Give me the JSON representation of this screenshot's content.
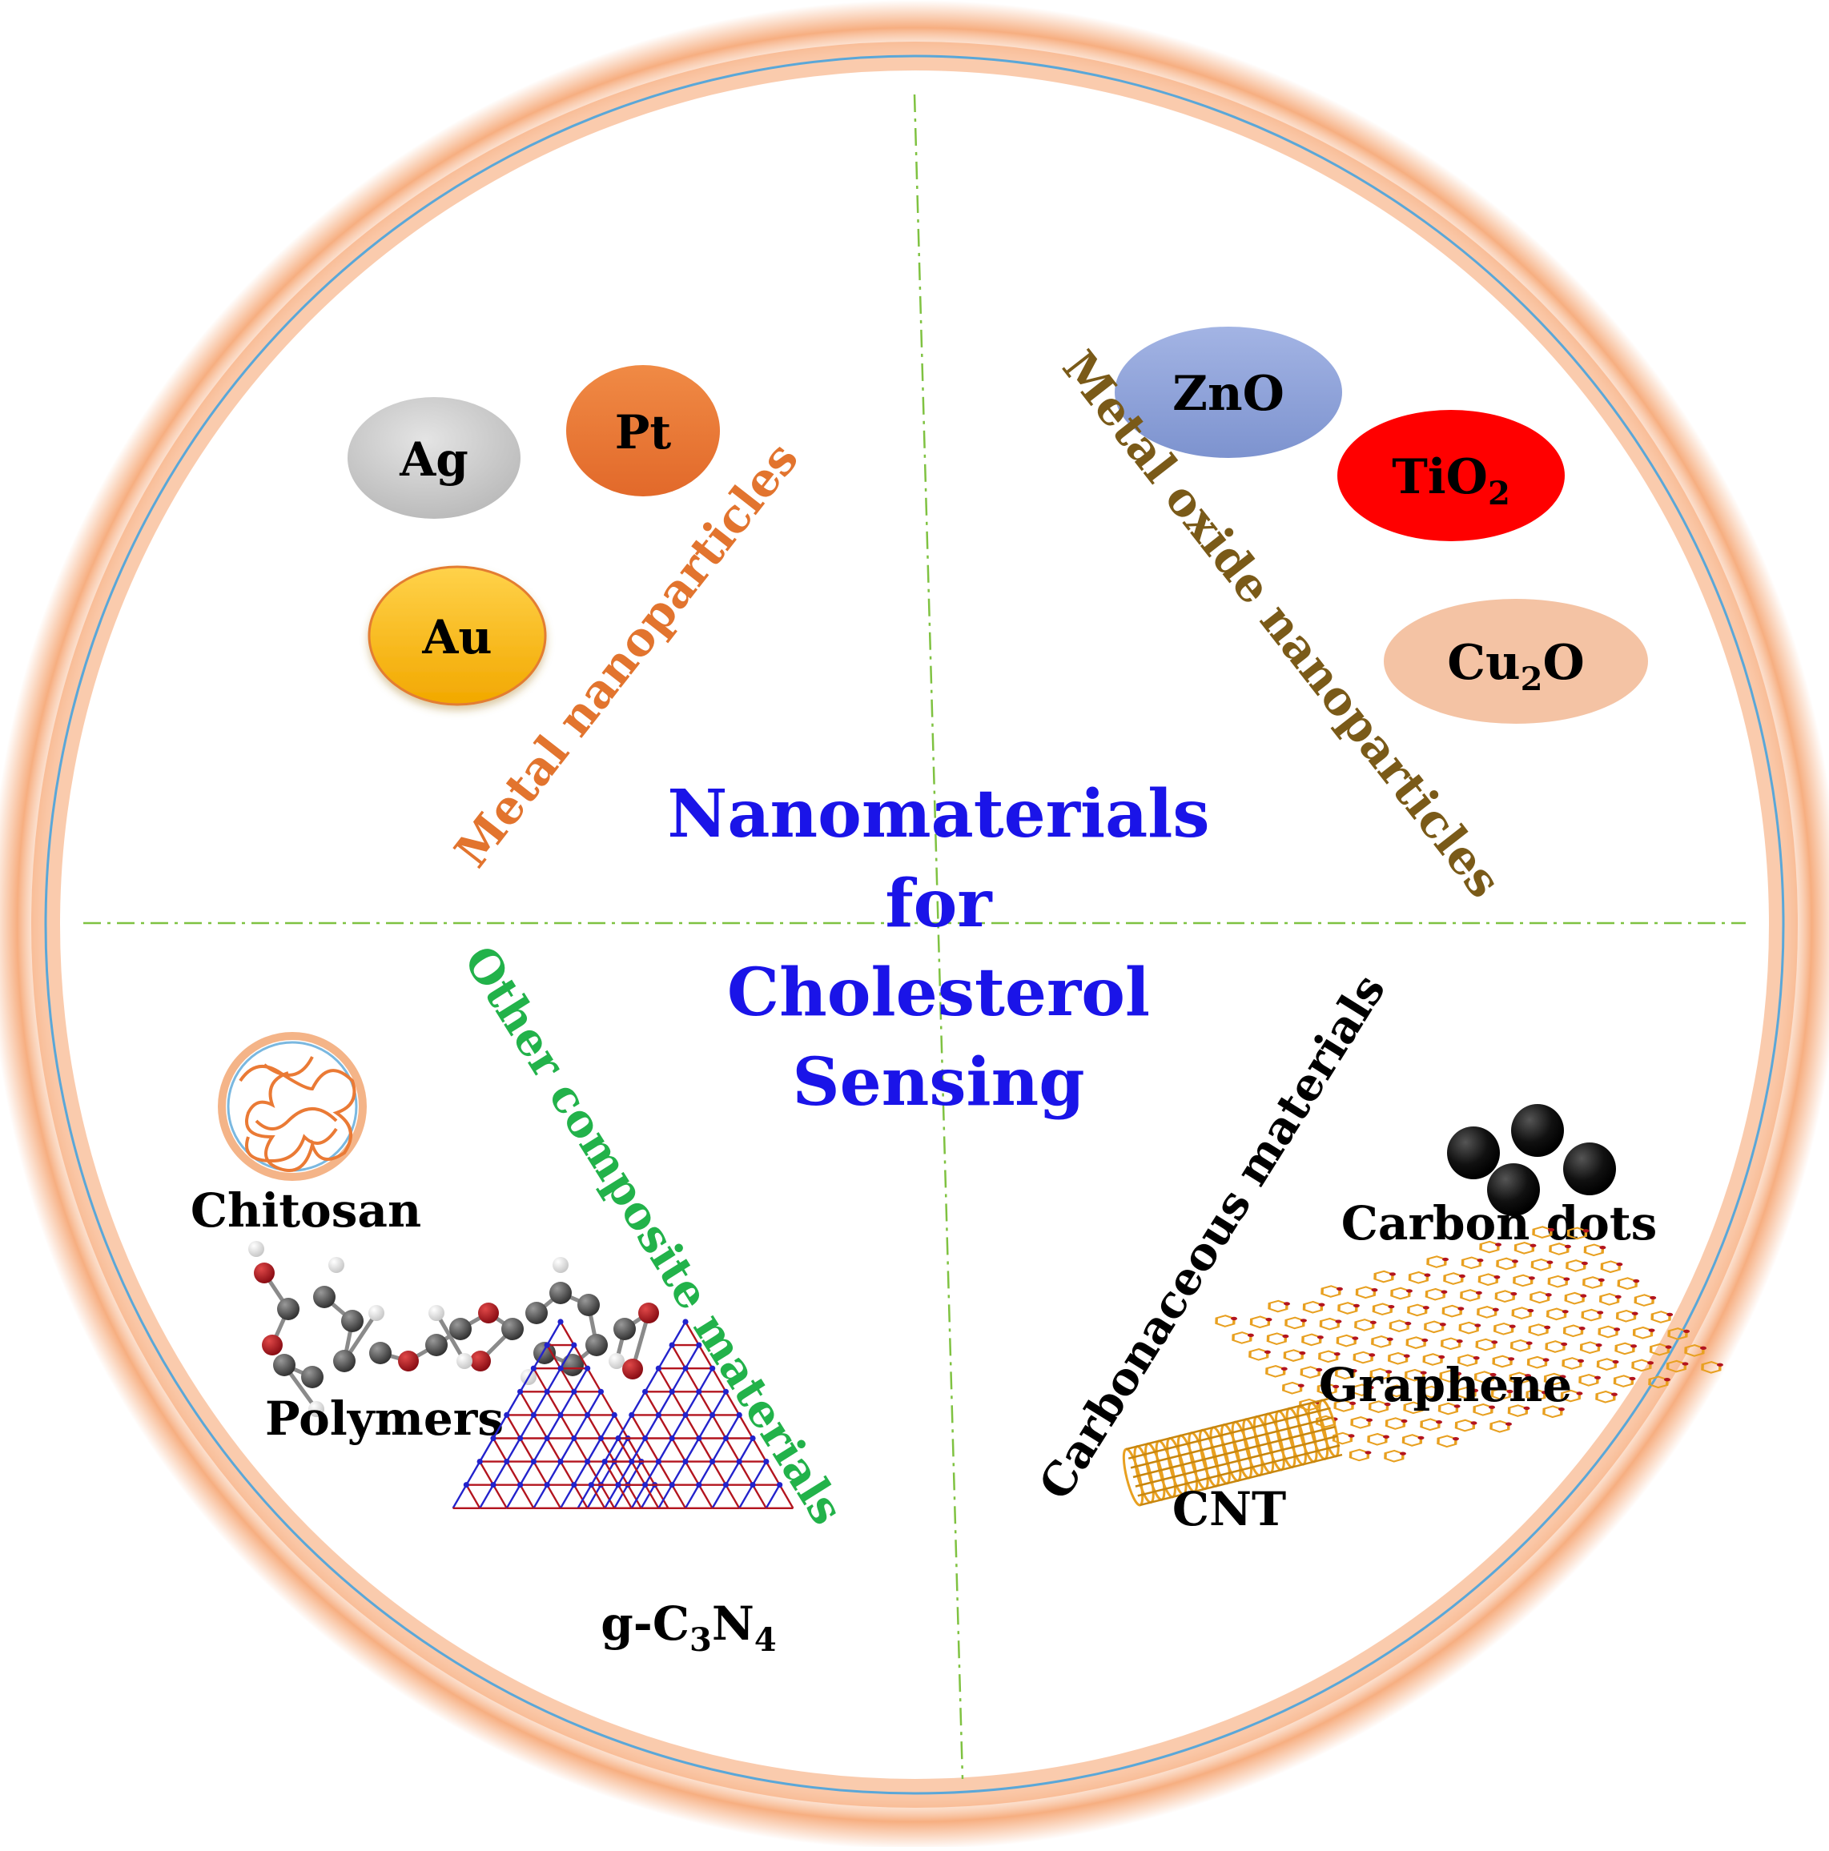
{
  "center_title": {
    "lines": [
      "Nanomaterials",
      "for",
      "Cholesterol",
      "Sensing"
    ],
    "color": "#1a14e8"
  },
  "quadrants": {
    "metal": {
      "label": "Metal nanoparticles",
      "color": "#e2742e",
      "items": [
        {
          "label": "Ag",
          "color": "#c4c4c4"
        },
        {
          "label": "Pt",
          "color": "#ea7a35"
        },
        {
          "label": "Au",
          "color": "#ffc000"
        }
      ]
    },
    "oxide": {
      "label": "Metal oxide nanoparticles",
      "color": "#7a5a18",
      "items": [
        {
          "label": "ZnO",
          "color": "#8ea2d8"
        },
        {
          "label": "TiO",
          "sub": "2",
          "color": "#ff0000"
        },
        {
          "label": "Cu",
          "sub": "2",
          "suffix": "O",
          "color": "#f4c3a4"
        }
      ]
    },
    "composite": {
      "label": "Other composite materials",
      "color": "#22b24a",
      "items": [
        {
          "label": "Chitosan"
        },
        {
          "label": "Polymers"
        },
        {
          "label": "g-C",
          "sub1": "3",
          "mid": "N",
          "sub2": "4"
        }
      ]
    },
    "carbon": {
      "label": "Carbonaceous materials",
      "color": "#000000",
      "items": [
        {
          "label": "Carbon dots"
        },
        {
          "label": "Graphene"
        },
        {
          "label": "CNT"
        }
      ]
    }
  },
  "colors": {
    "ring_glow": "#f5a06a",
    "ring_line": "#5aa7d8",
    "divider": "#7fc241",
    "atom_carbon": "#555555",
    "atom_oxygen": "#b3141e",
    "atom_hydrogen": "#eeeeee",
    "atom_nitrogen": "#2222cc",
    "graphene_bond": "#e8a020"
  }
}
